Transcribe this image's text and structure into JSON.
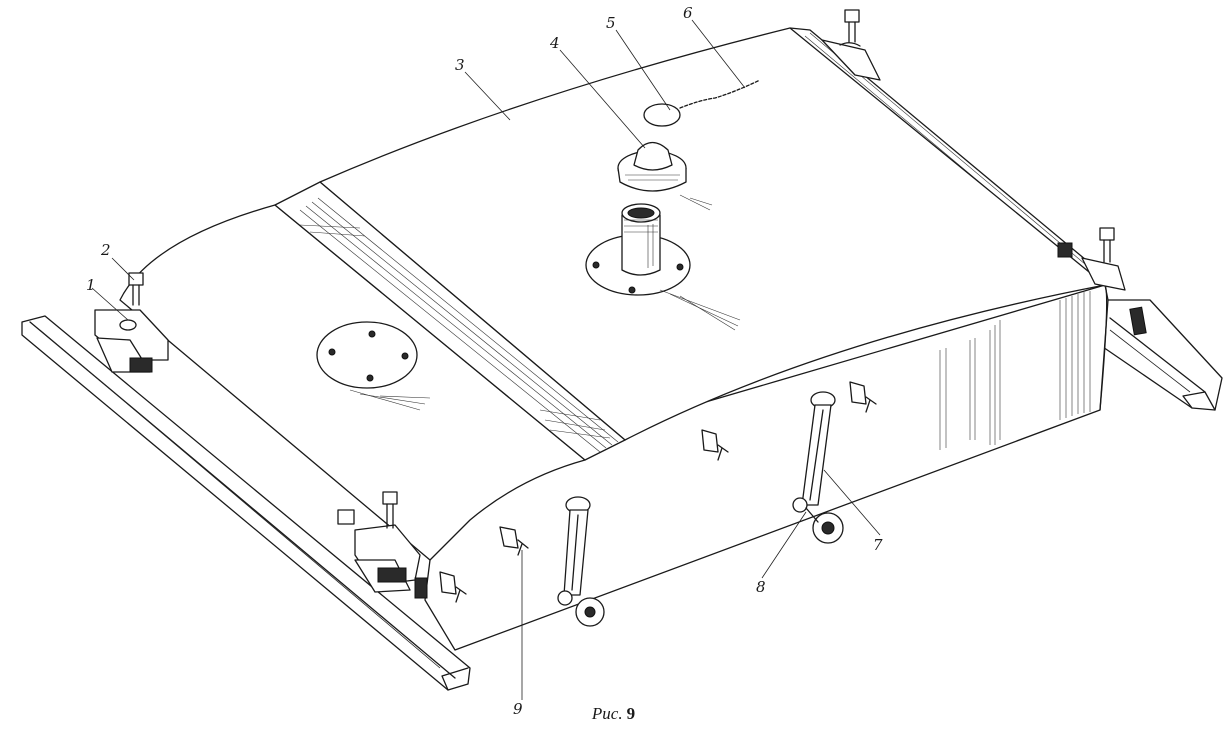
{
  "figure": {
    "callouts": {
      "c1": "1",
      "c2": "2",
      "c3": "3",
      "c4": "4",
      "c5": "5",
      "c6": "6",
      "c7": "7",
      "c8": "8",
      "c9": "9"
    },
    "caption": {
      "word": "Рис.",
      "number": "9"
    }
  }
}
